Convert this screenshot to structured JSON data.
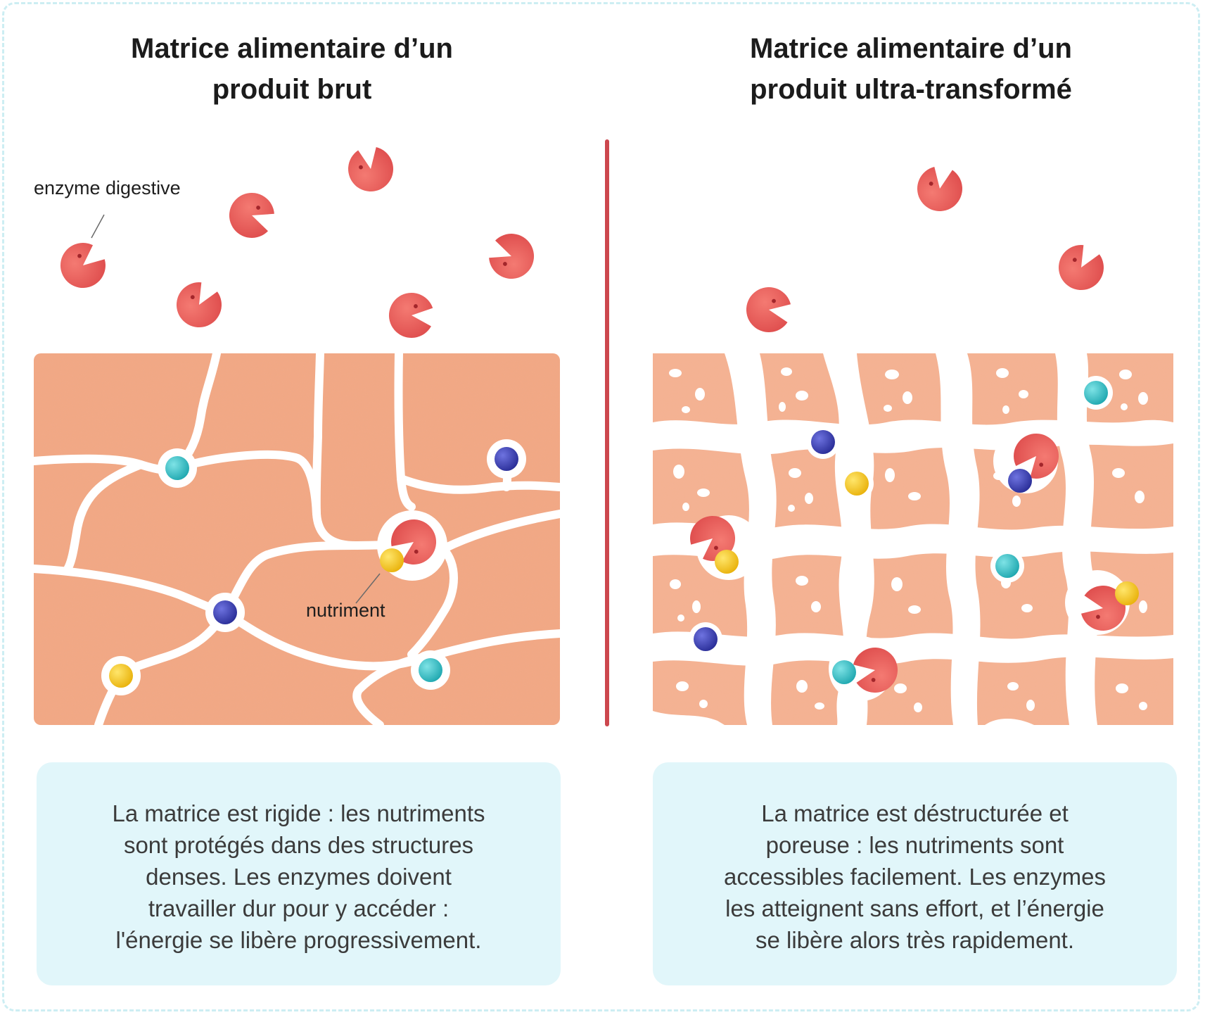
{
  "panels": {
    "left": {
      "title_lines": [
        "Matrice alimentaire d’un",
        "produit brut"
      ],
      "caption_lines": [
        "La matrice  est rigide : les nutriments",
        "sont protégés dans des structures",
        "denses. Les enzymes doivent",
        "travailler dur pour y accéder :",
        "l'énergie se libère progressivement."
      ]
    },
    "right": {
      "title_lines": [
        "Matrice alimentaire d’un",
        "produit ultra-transformé"
      ],
      "caption_lines": [
        "La matrice est déstructurée et",
        "poreuse : les nutriments sont",
        "accessibles facilement. Les enzymes",
        "les atteignent sans effort, et l’énergie",
        "se libère alors très rapidement."
      ]
    }
  },
  "labels": {
    "enzyme": "enzyme digestive",
    "nutrient": "nutriment"
  },
  "colors": {
    "matrix": "#f3a884",
    "matrix_porous": "#f6b293",
    "enzyme": "#e85d5a",
    "nutrient_yellow": "#f2c21a",
    "nutrient_cyan": "#3cc3c9",
    "nutrient_blue": "#3d42b8",
    "divider": "#cc474e",
    "caption_bg": "#e1f6fa"
  }
}
